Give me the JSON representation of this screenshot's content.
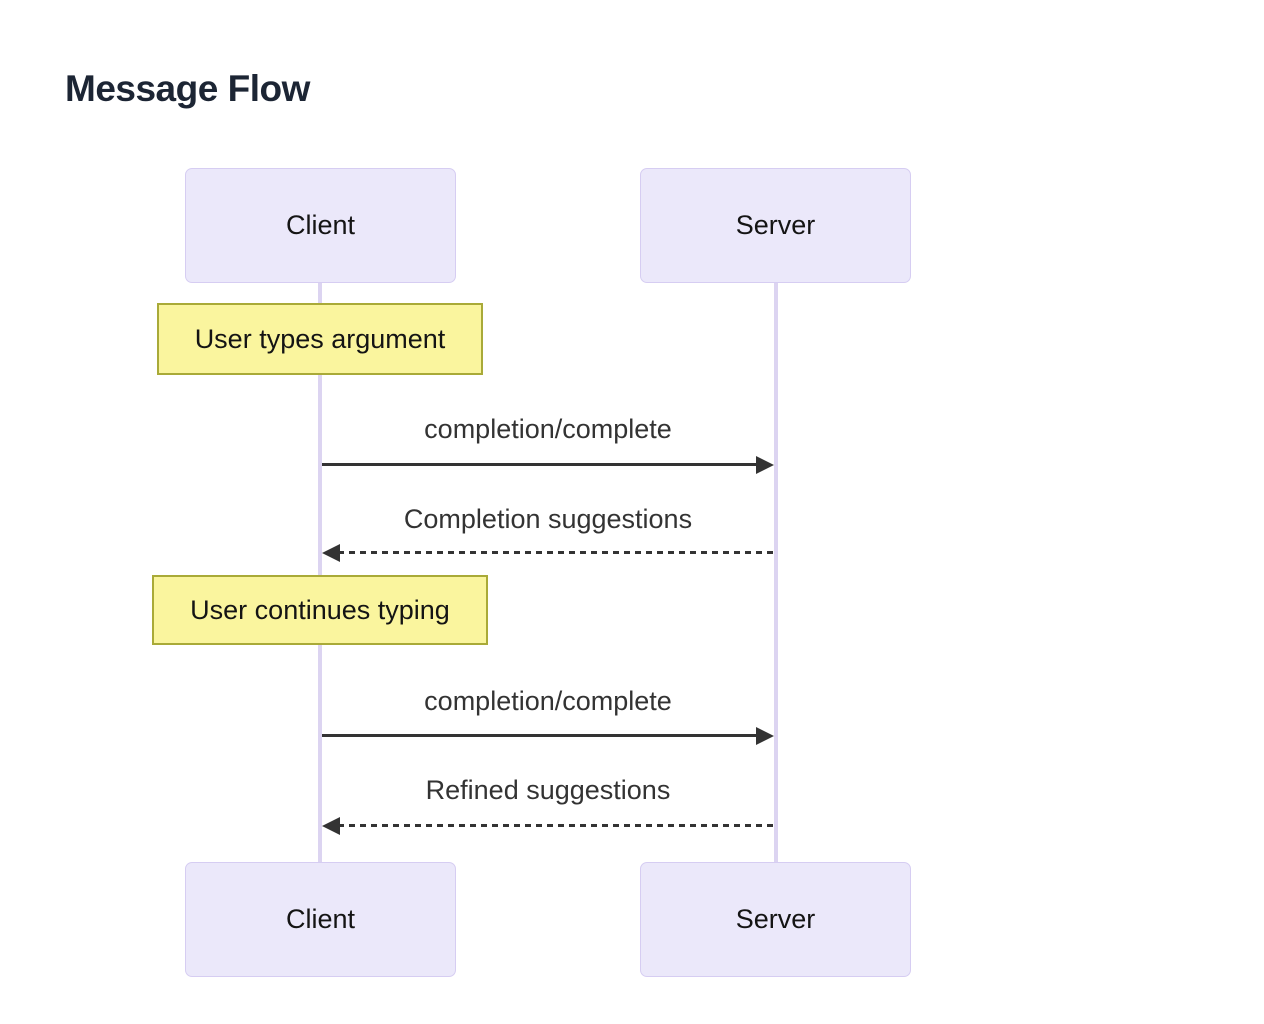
{
  "title": "Message Flow",
  "actors": [
    {
      "name": "Client"
    },
    {
      "name": "Server"
    }
  ],
  "notes": [
    {
      "text": "User types argument",
      "over": "Client"
    },
    {
      "text": "User continues typing",
      "over": "Client"
    }
  ],
  "messages": [
    {
      "label": "completion/complete",
      "from": "Client",
      "to": "Server",
      "style": "solid"
    },
    {
      "label": "Completion suggestions",
      "from": "Server",
      "to": "Client",
      "style": "dashed"
    },
    {
      "label": "completion/complete",
      "from": "Client",
      "to": "Server",
      "style": "solid"
    },
    {
      "label": "Refined suggestions",
      "from": "Server",
      "to": "Client",
      "style": "dashed"
    }
  ],
  "colors": {
    "title_color": "#1c2534",
    "actor_fill": "#ebe8fa",
    "actor_border": "#d6cdf2",
    "lifeline": "#dcd4f1",
    "note_fill": "#faf59e",
    "note_border": "#a9aa38",
    "arrow": "#333333"
  }
}
